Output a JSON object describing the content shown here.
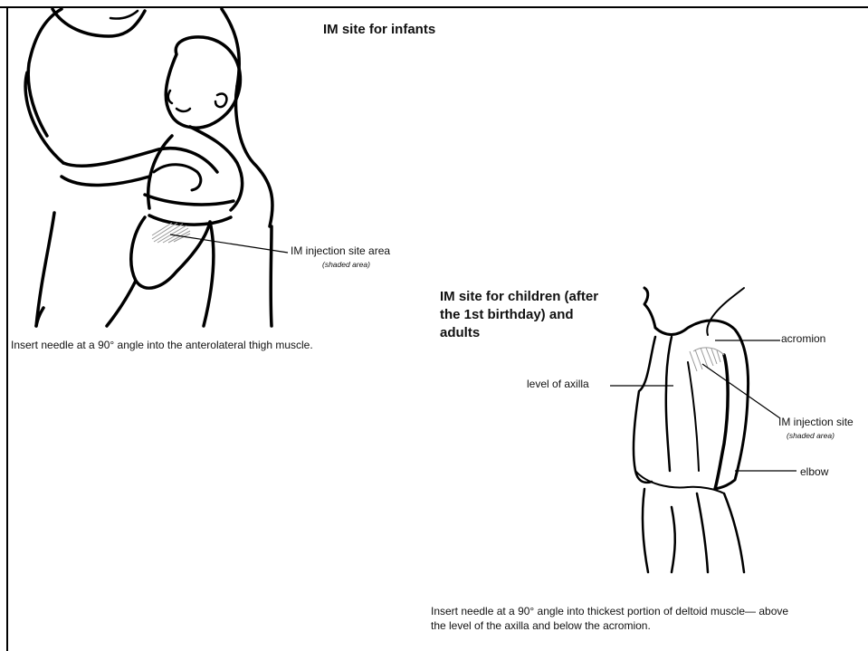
{
  "infant": {
    "title": "IM site for infants",
    "site_label": "IM injection site area",
    "site_sublabel": "(shaded area)",
    "instruction": "Insert needle at a 90° angle into the anterolateral thigh muscle."
  },
  "adult": {
    "title_line1": "IM site for children (after",
    "title_line2": "the 1st birthday) and",
    "title_line3": "adults",
    "label_acromion": "acromion",
    "label_axilla": "level of axilla",
    "label_site": "IM injection site",
    "label_site_sub": "(shaded area)",
    "label_elbow": "elbow",
    "instruction_line1": "Insert needle at a 90° angle into thickest portion of deltoid muscle— above",
    "instruction_line2": "the level of the axilla and below the acromion."
  }
}
